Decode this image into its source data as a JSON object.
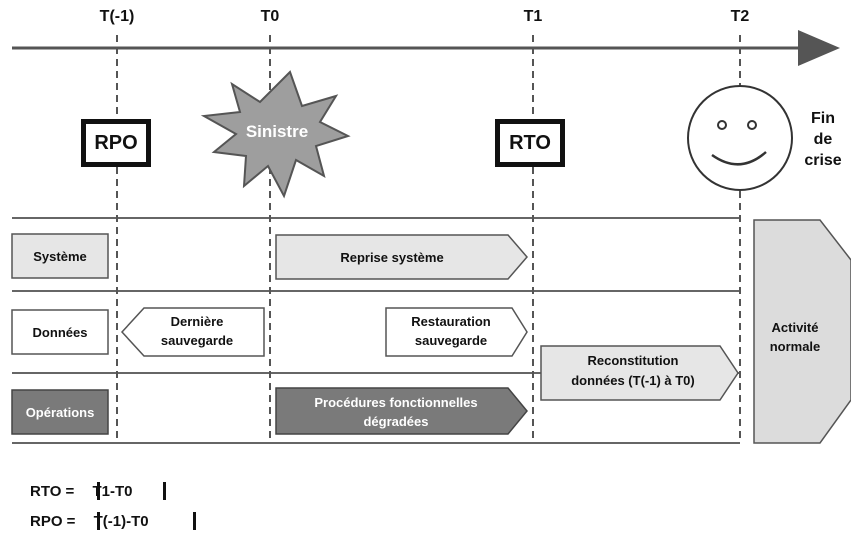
{
  "timeline": {
    "markers": [
      {
        "id": "t_minus1",
        "label": "T(-1)"
      },
      {
        "id": "t0",
        "label": "T0"
      },
      {
        "id": "t1",
        "label": "T1"
      },
      {
        "id": "t2",
        "label": "T2"
      }
    ]
  },
  "top": {
    "rpo_label": "RPO",
    "sinistre_label": "Sinistre",
    "rto_label": "RTO",
    "fin_crise": [
      "Fin",
      "de",
      "crise"
    ]
  },
  "rows": {
    "systeme": "Système",
    "donnees": "Données",
    "operations": "Opérations"
  },
  "arrows": {
    "reprise": "Reprise système",
    "derniere": [
      "Dernière",
      "sauvegarde"
    ],
    "restauration": [
      "Restauration",
      "sauvegarde"
    ],
    "reconstitution": [
      "Reconstitution",
      "données (T(-1) à T0)"
    ],
    "procedures": [
      "Procédures fonctionnelles",
      "dégradées"
    ],
    "activite": [
      "Activité",
      "normale"
    ]
  },
  "formulas": {
    "rto_prefix": "RTO = ",
    "rto_expr": "T1-T0",
    "rpo_prefix": "RPO = ",
    "rpo_expr": "T(-1)-T0"
  },
  "colors": {
    "light": "#e6e6e6",
    "dark": "#7a7a7a",
    "line": "#555555"
  }
}
